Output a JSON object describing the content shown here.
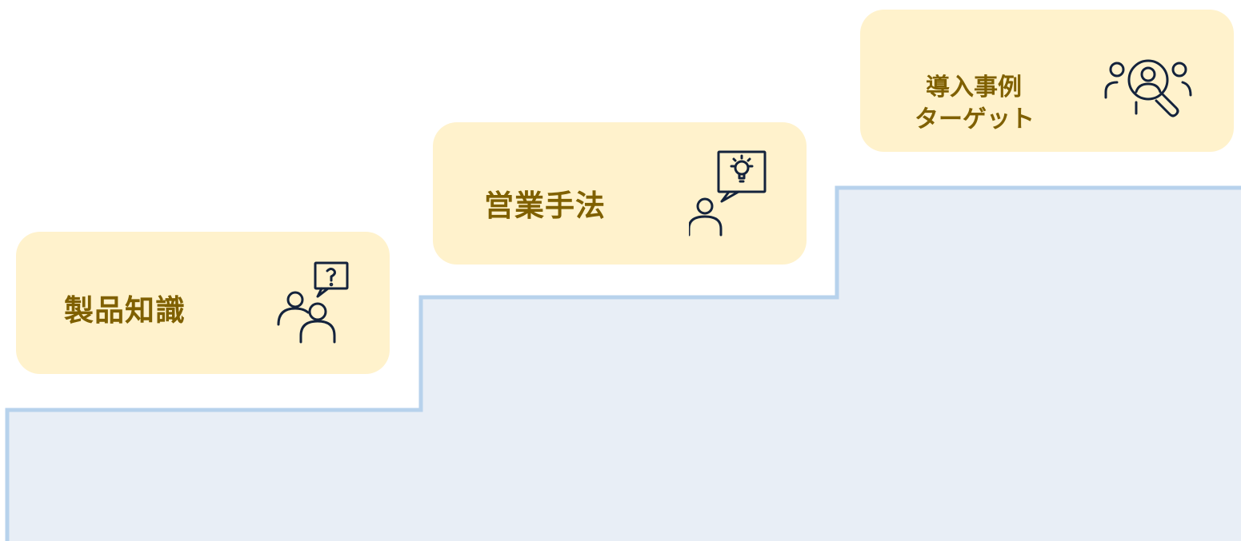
{
  "steps": [
    {
      "label": "製品知識",
      "icon": "people-question-icon"
    },
    {
      "label": "営業手法",
      "icon": "person-idea-icon"
    },
    {
      "label_lines": [
        "導入事例",
        "ターゲット"
      ],
      "icon": "people-search-icon"
    }
  ],
  "colors": {
    "card_fill": "#fff2cc",
    "label_text": "#7f6000",
    "icon_stroke": "#14233c",
    "stair_fill": "#e8eef6",
    "stair_edge": "#b7d2ec"
  }
}
